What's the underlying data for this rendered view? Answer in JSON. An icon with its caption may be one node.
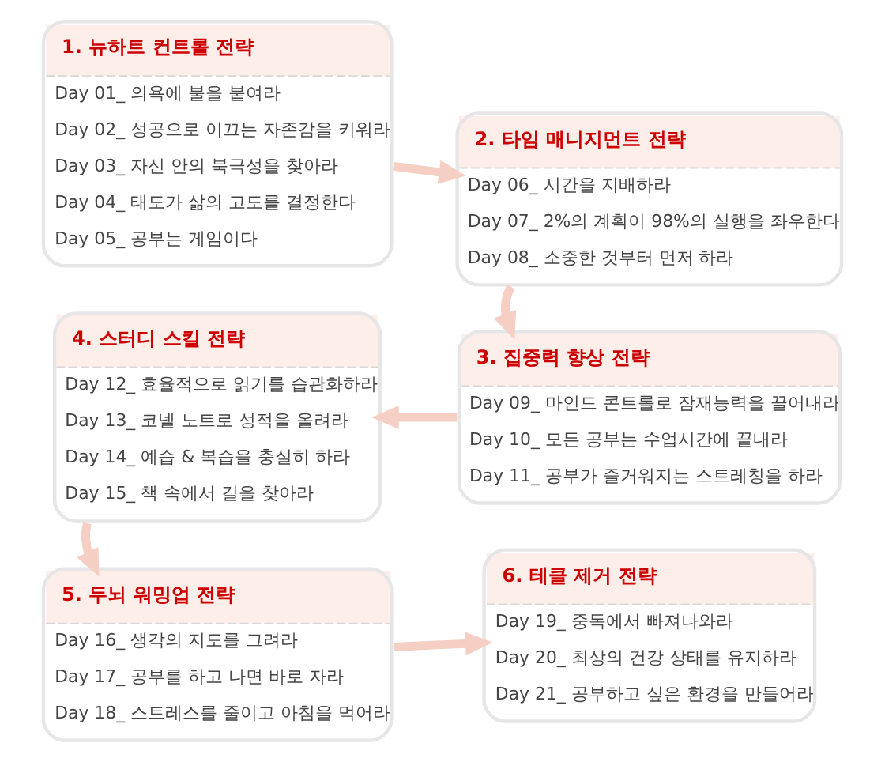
{
  "diagram": {
    "nodes": [
      {
        "text": [
          "1. 뉴하트 컨트롤 전략",
          "Day 01_ 의욕에 불을 붙여라",
          "Day 02_ 성공으로 이끄는 자존감을 키워라",
          "Day 03_ 자신 안의 북극성을 찾아라",
          "Day 04_ 태도가 삶의 고도를 결정한다",
          "Day 05_ 공부는 게임이다"
        ]
      },
      {
        "text": [
          "2. 타임 매니지먼트 전략",
          "Day 06_ 시간을 지배하라",
          "Day 07_ 2%의 계획이 98%의 실행을 좌우한다",
          "Day 08_ 소중한 것부터 먼저 하라"
        ]
      },
      {
        "text": [
          "3. 집중력 향상 전략",
          "Day 09_ 마인드 콘트롤로 잠재능력을 끌어내라",
          "Day 10_ 모든 공부는 수업시간에 끝내라",
          "Day 11_ 공부가 즐거워지는 스트레칭을 하라"
        ]
      },
      {
        "text": [
          "4. 스터디 스킬 전략",
          "Day 12_ 효율적으로 읽기를 습관화하라",
          "Day 13_ 코넬 노트로 성적을 올려라",
          "Day 14_ 예습 & 복습을 충실히 하라",
          "Day 15_ 책 속에서 길을 찾아라"
        ]
      },
      {
        "text": [
          "5. 두뇌 워밍업 전략",
          "Day 16_ 생각의 지도를 그려라",
          "Day 17_ 공부를 하고 나면 바로 자라",
          "Day 18_ 스트레스를 줄이고 아침을 먹어라"
        ]
      },
      {
        "text": [
          "6. 테클 제거 전략",
          "Day 19_ 중독에서 빠져나와라",
          "Day 20_ 최상의 건강 상태를 유지하라",
          "Day 21_ 공부하고 싶은 환경을 만들어라"
        ]
      }
    ],
    "edges": [
      {
        "from": 0,
        "to": 1,
        "arrow": "to"
      },
      {
        "from": 1,
        "to": 2,
        "arrow": "to"
      },
      {
        "from": 2,
        "to": 3,
        "arrow": "to"
      },
      {
        "from": 3,
        "to": 4,
        "arrow": "to"
      },
      {
        "from": 4,
        "to": 5,
        "arrow": "to"
      }
    ]
  }
}
